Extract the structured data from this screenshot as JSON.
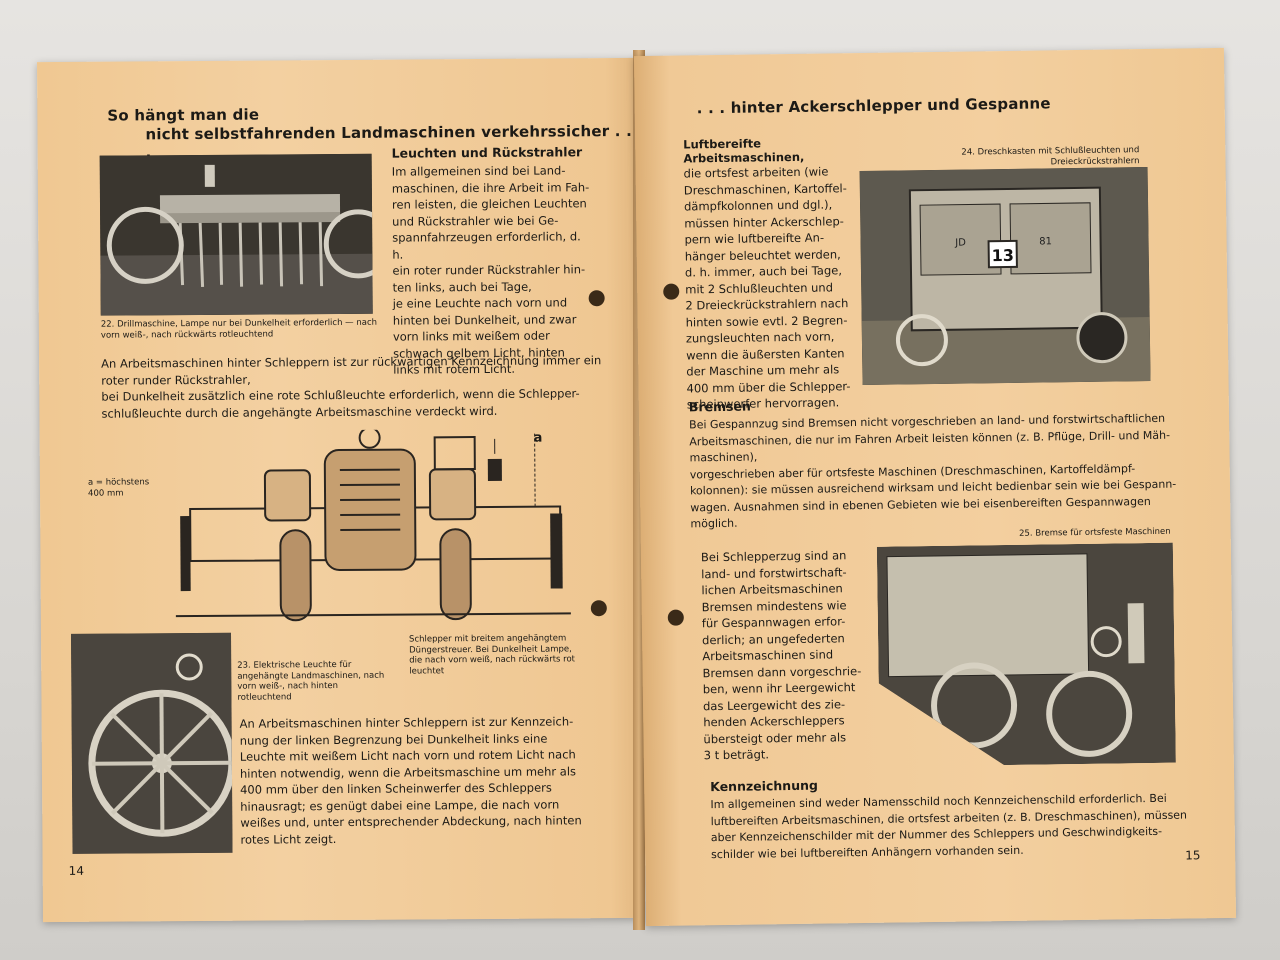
{
  "left_page": {
    "headline_1": "So hängt man die",
    "headline_2": "nicht selbstfahrenden Landmaschinen verkehrssicher . . .",
    "section_title": "Leuchten und Rückstrahler",
    "para1": [
      "Im allgemeinen sind bei Land-",
      "maschinen, die ihre Arbeit im Fah-",
      "ren leisten, die gleichen Leuchten",
      "und Rückstrahler wie bei Ge-",
      "spannfahrzeugen erforderlich, d. h.",
      "ein roter runder Rückstrahler hin-",
      "ten links, auch bei Tage,",
      "je eine Leuchte nach vorn und",
      "hinten bei Dunkelheit, und zwar",
      "vorn links mit weißem oder",
      "schwach gelbem Licht, hinten",
      "links mit rotem Licht."
    ],
    "caption_22": "22. Drillmaschine, Lampe nur bei Dunkelheit erforderlich — nach vorn weiß-, nach rückwärts rotleuchtend",
    "para2": [
      "An Arbeitsmaschinen hinter Schleppern ist zur rückwärtigen Kennzeichnung immer ein",
      "roter runder Rückstrahler,",
      "bei Dunkelheit zusätzlich eine rote Schlußleuchte erforderlich, wenn die Schlepper-",
      "schlußleuchte durch die angehängte Arbeitsmaschine verdeckt wird."
    ],
    "dimension_label": "a",
    "dimension_note": "a = höchstens 400 mm",
    "caption_tractor": "Schlepper mit breitem angehängtem Düngerstreuer. Bei Dunkelheit Lampe, die nach vorn weiß, nach rückwärts rot leuchtet",
    "caption_23": "23. Elektrische Leuchte für angehängte Landmaschinen, nach vorn weiß-, nach hinten rotleuchtend",
    "para3": [
      "An Arbeitsmaschinen hinter Schleppern ist zur Kennzeich-",
      "nung der linken Begrenzung bei Dunkelheit links eine",
      "Leuchte mit weißem Licht nach vorn und rotem Licht nach",
      "hinten notwendig, wenn die Arbeitsmaschine um mehr als",
      "400 mm über den linken Scheinwerfer des Schleppers",
      "hinausragt; es genügt dabei eine Lampe, die nach vorn",
      "weißes und, unter entsprechender Abdeckung, nach hinten",
      "rotes Licht zeigt."
    ],
    "page_number": "14"
  },
  "right_page": {
    "headline": ". . . hinter Ackerschlepper und Gespanne",
    "sub_1": "Luftbereifte",
    "sub_2": "Arbeitsmaschinen,",
    "para1": [
      "die ortsfest arbeiten (wie",
      "Dreschmaschinen, Kartoffel-",
      "dämpfkolonnen und dgl.),",
      "müssen hinter Ackerschlep-",
      "pern wie luftbereifte An-",
      "hänger beleuchtet werden,",
      "d. h. immer, auch bei Tage,",
      "mit 2 Schlußleuchten und",
      "2 Dreieckrückstrahlern nach",
      "hinten sowie evtl. 2 Begren-",
      "zungsleuchten nach vorn,",
      "wenn die äußersten Kanten",
      "der Maschine um mehr als",
      "400 mm über die Schlepper-",
      "scheinwerfer hervorragen."
    ],
    "caption_24": "24. Dreschkasten mit Schlußleuchten und Dreieckrückstrahlern",
    "machine_plate_1": "JD",
    "machine_plate_2": "81",
    "machine_number": "13",
    "bremsen_title": "Bremsen",
    "bremsen_para": [
      "Bei Gespannzug sind Bremsen nicht vorgeschrieben an land- und forstwirtschaftlichen",
      "Arbeitsmaschinen, die nur im Fahren Arbeit leisten können (z. B. Pflüge, Drill- und Mäh-",
      "maschinen),",
      "vorgeschrieben aber für ortsfeste Maschinen (Dreschmaschinen, Kartoffeldämpf-",
      "kolonnen): sie müssen ausreichend wirksam und leicht bedienbar sein wie bei Gespann-",
      "wagen. Ausnahmen sind in ebenen Gebieten wie bei eisenbereiften Gespannwagen",
      "möglich."
    ],
    "caption_25": "25. Bremse für ortsfeste Maschinen",
    "schlepper_para": [
      "Bei Schlepperzug sind an",
      "land- und forstwirtschaft-",
      "lichen Arbeitsmaschinen",
      "Bremsen mindestens wie",
      "für Gespannwagen erfor-",
      "derlich; an ungefederten",
      "Arbeitsmaschinen sind",
      "Bremsen dann vorgeschrie-",
      "ben, wenn ihr Leergewicht",
      "das Leergewicht des zie-",
      "henden Ackerschleppers",
      "übersteigt oder mehr als",
      "3 t beträgt."
    ],
    "kenn_title": "Kennzeichnung",
    "kenn_para": [
      "Im allgemeinen sind weder Namensschild noch Kennzeichenschild erforderlich. Bei",
      "luftbereiften Arbeitsmaschinen, die ortsfest arbeiten (z. B. Dreschmaschinen), müssen",
      "aber Kennzeichenschilder mit der Nummer des Schleppers und Geschwindigkeits-",
      "schilder wie bei luftbereiften Anhängern vorhanden sein."
    ],
    "page_number": "15"
  }
}
